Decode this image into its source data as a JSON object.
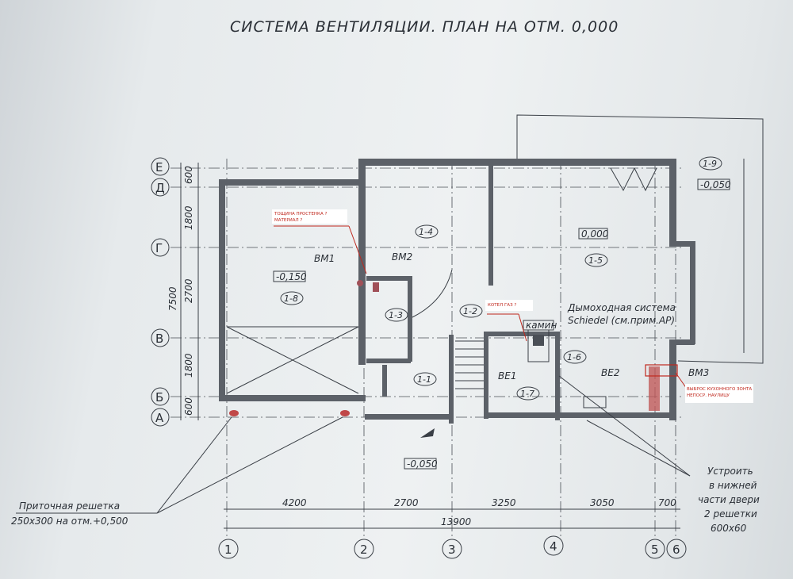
{
  "title": "СИСТЕМА ВЕНТИЛЯЦИИ. ПЛАН НА ОТМ. 0,000",
  "row_axes": [
    "Е",
    "Д",
    "Г",
    "В",
    "Б",
    "А"
  ],
  "col_axes": [
    "1",
    "2",
    "3",
    "4",
    "5",
    "6"
  ],
  "row_dims": [
    "600",
    "1800",
    "2700",
    "1800",
    "600"
  ],
  "row_total": "7500",
  "col_dims": [
    "4200",
    "2700",
    "3250",
    "3050",
    "700"
  ],
  "col_total": "13900",
  "rooms": [
    "1-1",
    "1-2",
    "1-3",
    "1-4",
    "1-5",
    "1-6",
    "1-7",
    "1-8",
    "1-9"
  ],
  "levels": {
    "garage": "-0,150",
    "terrace": "-0,050",
    "living": "0,000",
    "entry": "-0,050"
  },
  "units": {
    "vm1": "ВМ1",
    "vm2": "ВМ2",
    "vm3": "ВМ3",
    "ve1": "ВЕ1",
    "ve2": "ВЕ2"
  },
  "chimney": {
    "line1": "Дымоходная система",
    "line2": "Schiedel  (см.прим.АР)",
    "tag": "камин"
  },
  "notes": {
    "wall": [
      "ТОЩИНА ПРОСТЕНКА ?",
      "МАТЕРИАЛ ?"
    ],
    "boiler": "КОТЕЛ ГАЗ ?",
    "hood": [
      "ВЫБРОС КУХОННОГО ЗОНТА",
      "НЕПОСР. НАУЛИЦУ"
    ]
  },
  "callouts": {
    "grille": [
      "Приточная решетка",
      "250х300 на отм.+0,500"
    ],
    "door": [
      "Устроить",
      "в нижней",
      "части двери",
      "2 решетки",
      "600х60"
    ]
  },
  "colors": {
    "ink": "#2a2f36",
    "note": "#c0281e"
  }
}
